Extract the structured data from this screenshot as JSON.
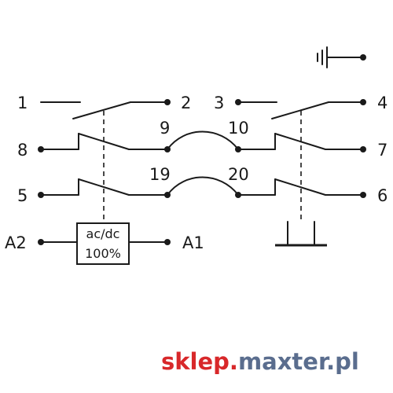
{
  "terminals": {
    "t1": "1",
    "t2": "2",
    "t3": "3",
    "t4": "4",
    "t5": "5",
    "t6": "6",
    "t7": "7",
    "t8": "8",
    "t9": "9",
    "t10": "10",
    "t19": "19",
    "t20": "20",
    "a1": "A1",
    "a2": "A2"
  },
  "coil": {
    "line1": "ac/dc",
    "line2": "100%"
  },
  "watermark": {
    "part1": "sklep.",
    "part2": "maxter.pl"
  },
  "colors": {
    "ink": "#1a1a1a",
    "brand_red": "#d8282a",
    "brand_blue": "#5a6d8e"
  }
}
